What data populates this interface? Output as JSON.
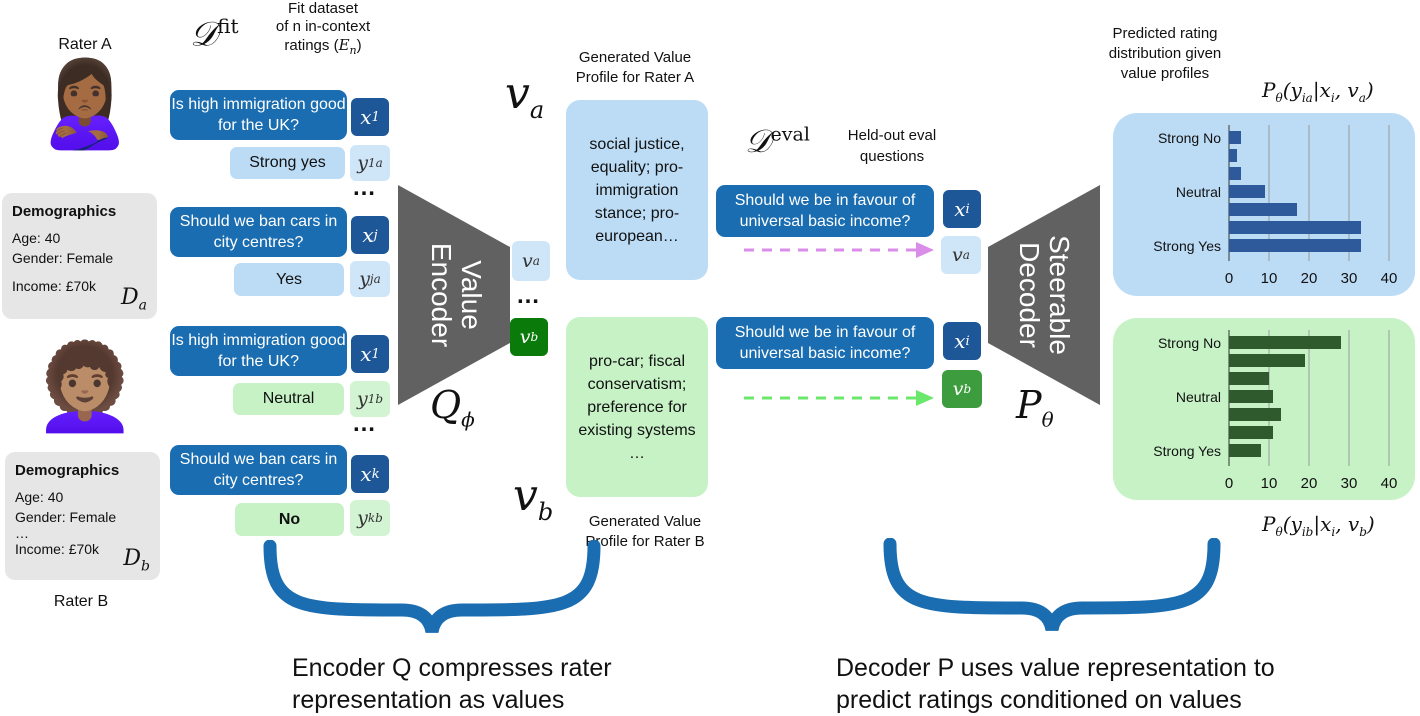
{
  "rater_a": {
    "label": "Rater A",
    "avatar_emoji": "🙎🏾‍♀️",
    "demographics": {
      "heading": "Demographics",
      "age": "Age: 40",
      "gender": "Gender: Female",
      "income": "Income: £70k",
      "var": "Da"
    }
  },
  "rater_b": {
    "label": "Rater B",
    "avatar_emoji": "👩🏽‍🦱",
    "demographics": {
      "heading": "Demographics",
      "age": "Age: 40",
      "gender": "Gender: Female",
      "ellipsis": "…",
      "income": "Income: £70k",
      "var": "Db"
    }
  },
  "fit_dataset": {
    "symbol": "𝒟",
    "superscript": "fit",
    "caption_line1": "Fit dataset",
    "caption_line2": "of n in-context",
    "caption_line3": "ratings (En)"
  },
  "fit_items": [
    {
      "question": "Is high immigration good for the UK?",
      "x": "x1",
      "answer": "Strong yes",
      "y": "y1a",
      "group": "a"
    },
    {
      "question": "Should we ban cars in city centres?",
      "x": "xj",
      "answer": "Yes",
      "y": "yja",
      "group": "a"
    },
    {
      "question": "Is high immigration good for the UK?",
      "x": "x1",
      "answer": "Neutral",
      "y": "y1b",
      "group": "b"
    },
    {
      "question": "Should we ban cars in city centres?",
      "x": "xk",
      "answer": "No",
      "y": "ykb",
      "group": "b"
    }
  ],
  "ellipsis": "…",
  "encoder": {
    "label_line1": "Value",
    "label_line2": "Encoder",
    "symbol": "Qϕ"
  },
  "encoder_outputs": {
    "va": "va",
    "vb": "vb"
  },
  "profiles": {
    "a": {
      "symbol": "va",
      "text": "social justice, equality; pro-immigration stance; pro-european…",
      "caption_line1": "Generated Value",
      "caption_line2": "Profile for Rater A"
    },
    "b": {
      "symbol": "vb",
      "text": "pro-car; fiscal conservatism; preference for existing systems …",
      "caption_line1": "Generated Value",
      "caption_line2": "Profile for Rater B"
    }
  },
  "eval": {
    "symbol": "𝒟",
    "superscript": "eval",
    "caption_line1": "Held-out eval",
    "caption_line2": "questions",
    "question": "Should we be in favour of universal basic income?",
    "x": "xi",
    "va": "va",
    "vb": "vb"
  },
  "decoder": {
    "label_line1": "Steerable",
    "label_line2": "Decoder",
    "symbol": "Pθ"
  },
  "predicted_caption": {
    "line1": "Predicted rating",
    "line2": "distribution given",
    "line3": "value profiles"
  },
  "chart_a_title": "Pθ(yia|xi, va)",
  "chart_b_title": "Pθ(yib|xi, vb)",
  "chart_data": [
    {
      "type": "bar",
      "orientation": "horizontal",
      "categories": [
        "Strong No",
        "",
        "",
        "Neutral",
        "",
        "",
        "Strong Yes"
      ],
      "values": [
        3,
        2,
        3,
        9,
        17,
        33,
        33
      ],
      "xlim": [
        0,
        40
      ],
      "xticks": [
        "0",
        "10",
        "20",
        "30",
        "40"
      ],
      "grid": true,
      "color": "#2e5a9c",
      "background": "#bcdcf6",
      "title": "Pθ(yia|xi, va)"
    },
    {
      "type": "bar",
      "orientation": "horizontal",
      "categories": [
        "Strong No",
        "",
        "",
        "Neutral",
        "",
        "",
        "Strong Yes"
      ],
      "values": [
        28,
        19,
        10,
        11,
        13,
        11,
        8
      ],
      "xlim": [
        0,
        40
      ],
      "xticks": [
        "0",
        "10",
        "20",
        "30",
        "40"
      ],
      "grid": true,
      "color": "#2e5a2e",
      "background": "#c6f2c6",
      "title": "Pθ(yib|xi, vb)"
    }
  ],
  "bottom": {
    "encoder_line1": "Encoder Q compresses rater",
    "encoder_line2": "representation as values",
    "decoder_line1": "Decoder P uses value representation to",
    "decoder_line2": "predict ratings conditioned on values"
  },
  "colors": {
    "question_blue": "#1a6db0",
    "var_blue": "#1e5798",
    "light_blue": "#bcdcf6",
    "light_green": "#c6f2c6",
    "dark_green": "#0a7a0a",
    "trapezoid": "#616161",
    "brace": "#1a6db0",
    "arrow_pink": "#d98ce8",
    "arrow_green": "#6be86b"
  }
}
